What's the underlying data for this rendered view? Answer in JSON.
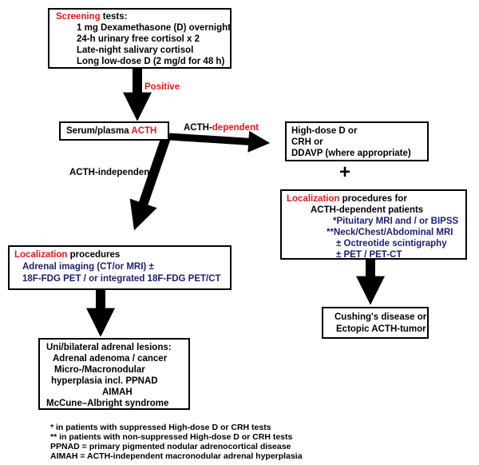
{
  "screening": {
    "title_red": "Screening",
    "title_rest": " tests:",
    "lines": [
      "1 mg Dexamethasone (D) overnight",
      "24-h urinary free cortisol x 2",
      "Late-night salivary cortisol",
      "Long low-dose D (2 mg/d for 48 h)"
    ]
  },
  "positive_label": "Positive",
  "serum": {
    "prefix": "Serum/plasma ",
    "acth_red": "ACTH"
  },
  "acth_dependent": {
    "prefix": "ACTH-",
    "red": "dependent"
  },
  "acth_independent_label": "ACTH-independent",
  "high_dose": {
    "lines": [
      "High-dose D or",
      "CRH or",
      "DDAVP (where appropriate)"
    ]
  },
  "plus": "+",
  "loc_dependent": {
    "title_red": "Localization",
    "title_rest": " procedures for",
    "line2": "ACTH-dependent patients",
    "navy_lines": [
      "*Pituitary MRI and / or BIPSS",
      "**Neck/Chest/Abdominal MRI",
      "± Octreotide scintigraphy",
      "± PET / PET-CT"
    ]
  },
  "loc_independent": {
    "title_red": "Localization",
    "title_rest": " procedures",
    "navy_lines": [
      "Adrenal imaging (CT/or MRI) ±",
      "18F-FDG PET / or integrated 18F-FDG PET/CT"
    ]
  },
  "cushing": {
    "lines": [
      "Cushing's disease or",
      "Ectopic ACTH-tumor"
    ]
  },
  "lesions": {
    "lines": [
      "Uni/bilateral adrenal lesions:",
      "Adrenal adenoma / cancer",
      "Micro-/Macronodular",
      "hyperplasia incl. PPNAD",
      "AIMAH",
      "McCune–Albright syndrome"
    ]
  },
  "footnotes": [
    "* in patients with suppressed High-dose D or CRH tests",
    "** in patients with non-suppressed High-dose D or CRH tests",
    "PPNAD = primary pigmented nodular adrenocortical disease",
    "AIMAH = ACTH-independent macronodular adrenal hyperplasia"
  ]
}
